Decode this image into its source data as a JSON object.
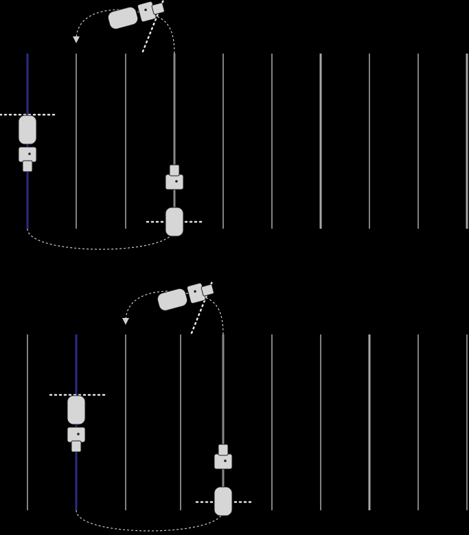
{
  "colors": {
    "background": "#000000",
    "lane_line": "#d9d9d9",
    "lane_line_bright": "#a8a8a8",
    "highlight_lane": "#2b2b86",
    "robot_body": "#d6d6d6",
    "path_dashed": "#cfcfcf",
    "marker_dotted": "#e6e6e6"
  },
  "panels": [
    {
      "name": "top-panel",
      "robots": [
        "start-robot",
        "transit-robot",
        "end-robot"
      ],
      "highlighted_lane": 1,
      "active_lane": 4
    },
    {
      "name": "bottom-panel",
      "robots": [
        "start-robot",
        "transit-robot",
        "end-robot"
      ],
      "highlighted_lane": 2,
      "active_lane": 5
    }
  ],
  "icons": {
    "robot": "robot-module-icon",
    "arrow": "arrowhead-icon"
  }
}
